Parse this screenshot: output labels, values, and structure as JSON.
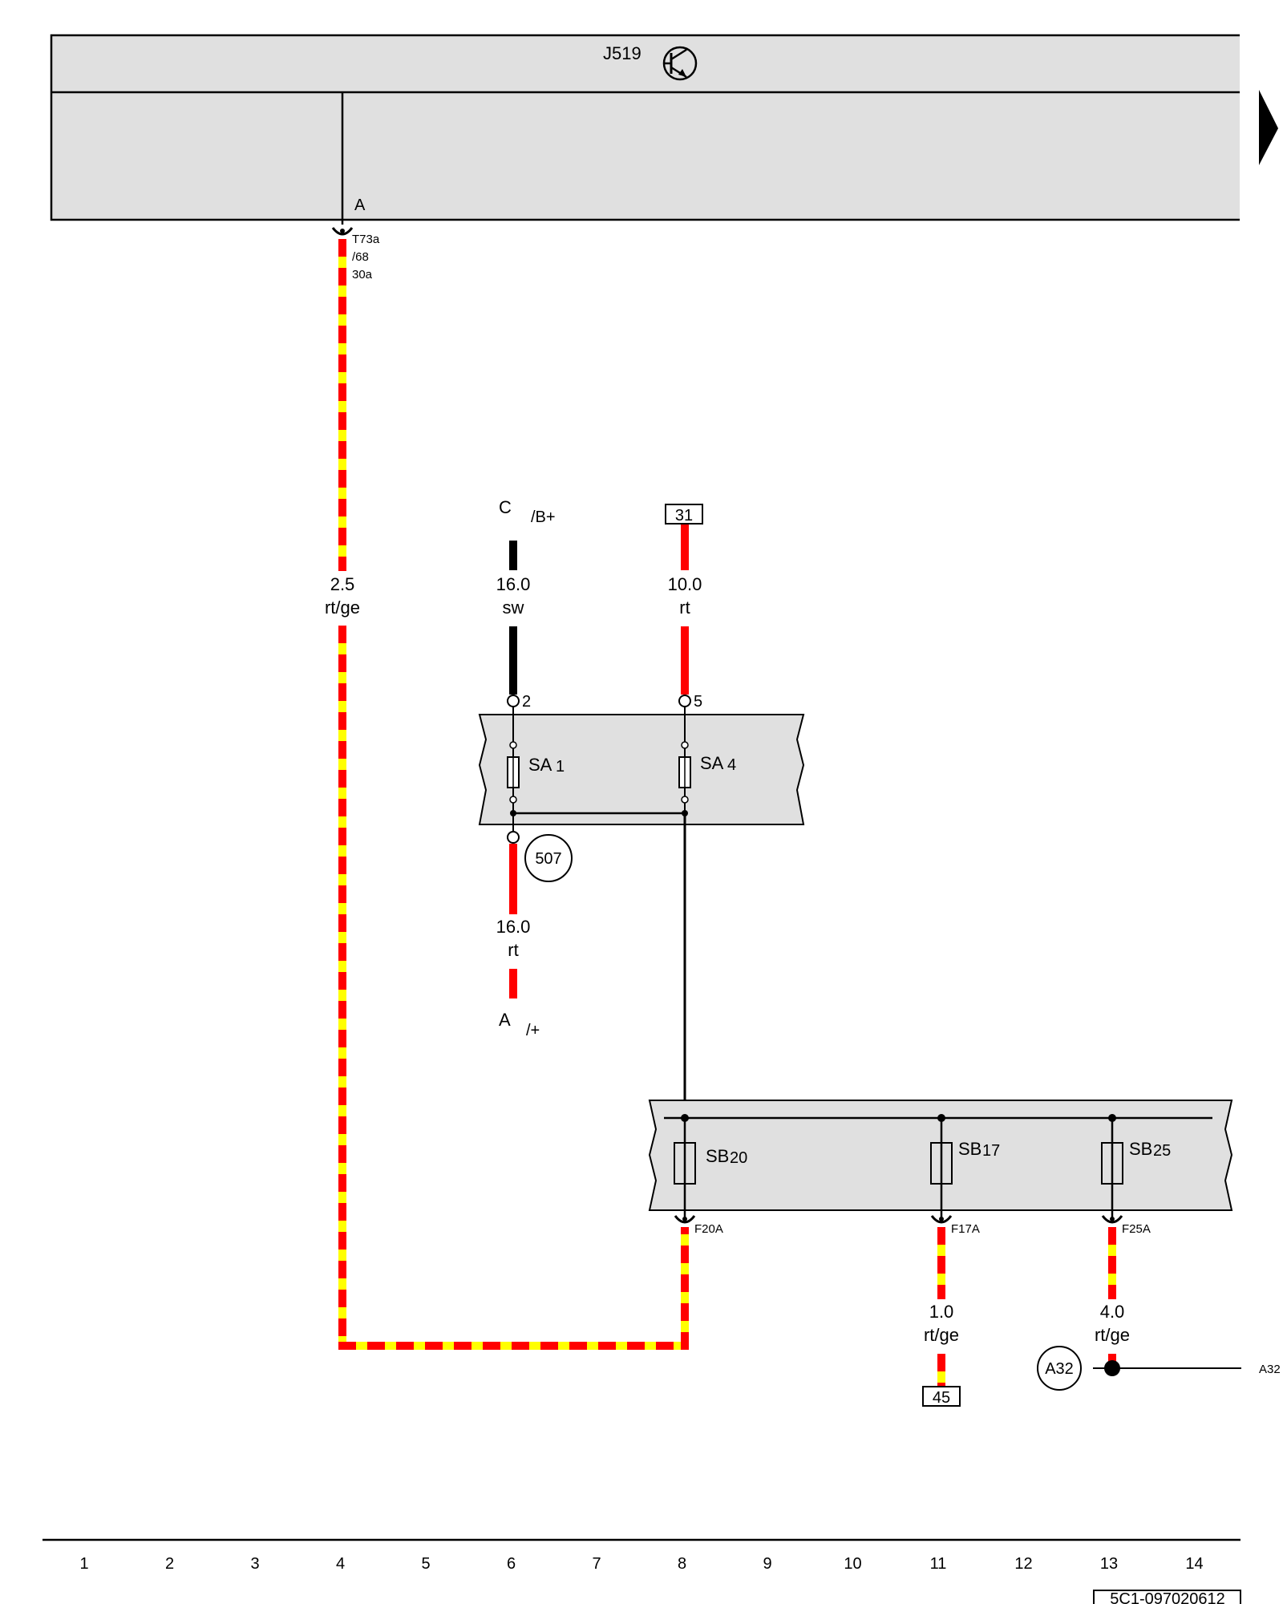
{
  "control_unit": {
    "name": "J519",
    "pin_A": "A",
    "connector_lines": [
      "T73a",
      "/68",
      "30a"
    ]
  },
  "sources": {
    "c_terminal": "C",
    "c_suffix": "/B+",
    "ground_box": "31"
  },
  "wires": [
    {
      "id": "w-j519-main",
      "size": "2.5",
      "color_code": "rt/ge",
      "colors": [
        "#ff0000",
        "#ffff00"
      ]
    },
    {
      "id": "w-c-sa1",
      "size": "16.0",
      "color_code": "sw",
      "colors": [
        "#000000"
      ]
    },
    {
      "id": "w-31-sa4",
      "size": "10.0",
      "color_code": "rt",
      "colors": [
        "#ff0000"
      ]
    },
    {
      "id": "w-sa1-a",
      "size": "16.0",
      "color_code": "rt",
      "colors": [
        "#ff0000"
      ]
    },
    {
      "id": "w-sb17-45",
      "size": "1.0",
      "color_code": "rt/ge",
      "colors": [
        "#ff0000",
        "#ffff00"
      ]
    },
    {
      "id": "w-sb25-a32",
      "size": "4.0",
      "color_code": "rt/ge",
      "colors": [
        "#ff0000",
        "#ffff00"
      ]
    }
  ],
  "fuse_box_sa": {
    "fuses": [
      {
        "main": "SA",
        "sub": "1",
        "pin": "2"
      },
      {
        "main": "SA",
        "sub": "4",
        "pin": "5"
      }
    ],
    "ref_circle": "507"
  },
  "terminal_a": {
    "main": "A",
    "suffix": "/+"
  },
  "fuse_box_sb": {
    "fuses": [
      {
        "main": "SB",
        "sub": "20",
        "pin": "F20A"
      },
      {
        "main": "SB",
        "sub": "17",
        "pin": "F17A"
      },
      {
        "main": "SB",
        "sub": "25",
        "pin": "F25A"
      }
    ]
  },
  "terminals": {
    "box_45": "45",
    "circle_a32": "A32",
    "a32_edge": "A32"
  },
  "grid_numbers": [
    "1",
    "2",
    "3",
    "4",
    "5",
    "6",
    "7",
    "8",
    "9",
    "10",
    "11",
    "12",
    "13",
    "14"
  ],
  "doc_id": "5C1-097020612"
}
